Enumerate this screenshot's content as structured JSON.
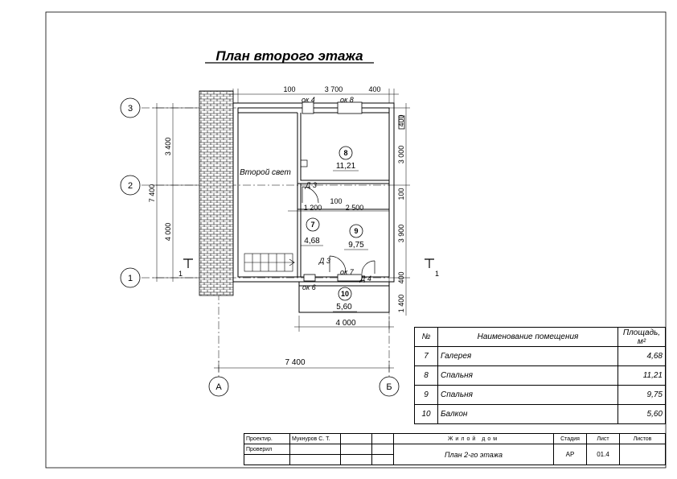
{
  "title": "План второго этажа",
  "axes": {
    "rows": [
      "3",
      "2",
      "1"
    ],
    "cols": [
      "А",
      "Б"
    ]
  },
  "dimensions": {
    "top": [
      "100",
      "3 700",
      "400"
    ],
    "left": [
      "3 400",
      "4 000"
    ],
    "left_total": "7 400",
    "right": [
      "400",
      "3 000",
      "100",
      "3 900",
      "400",
      "1 400"
    ],
    "bottom_balcony": "4 000",
    "bottom_total": "7 400",
    "inner_a": "1 200",
    "inner_b": "2 500",
    "inner_c": "100"
  },
  "openings": {
    "ok4": "ок 4",
    "ok8": "ок 8",
    "ok6": "ок 6",
    "ok7": "ок 7",
    "d3a": "Д 3",
    "d3b": "Д 3",
    "d4": "Д 4"
  },
  "section_marks": {
    "left": "1",
    "right": "1"
  },
  "void_label": "Второй свет",
  "rooms": [
    {
      "no": "7",
      "area": "4,68"
    },
    {
      "no": "8",
      "area": "11,21"
    },
    {
      "no": "9",
      "area": "9,75"
    },
    {
      "no": "10",
      "area": "5,60"
    }
  ],
  "room_table": {
    "headers": [
      "№",
      "Наименование помещения",
      "Площадь, м²"
    ],
    "rows": [
      {
        "no": "7",
        "name": "Галерея",
        "area": "4,68"
      },
      {
        "no": "8",
        "name": "Спальня",
        "area": "11,21"
      },
      {
        "no": "9",
        "name": "Спальня",
        "area": "9,75"
      },
      {
        "no": "10",
        "name": "Балкон",
        "area": "5,60"
      }
    ]
  },
  "stamp": {
    "proj_label": "Проектир.",
    "proj_name": "Мукнуров С. Т.",
    "check_label": "Проверил",
    "object": "Жилой дом",
    "sheet_title": "План 2-го этажа",
    "stage_header": "Стадия",
    "sheet_header": "Лист",
    "sheets_header": "Листов",
    "stage": "АР",
    "sheet": "01.4",
    "sheets": ""
  }
}
